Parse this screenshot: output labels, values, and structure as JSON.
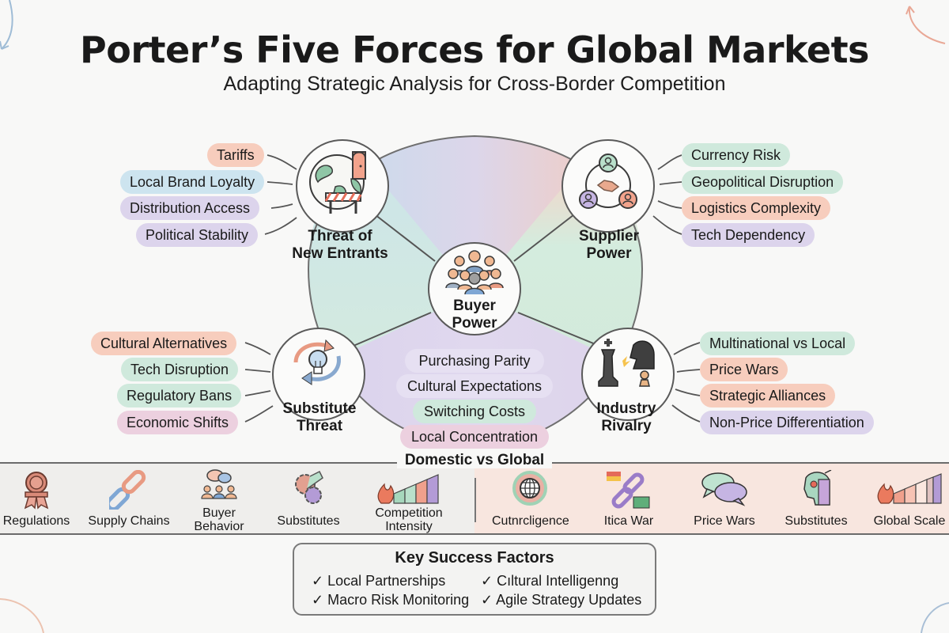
{
  "header": {
    "title": "Porter’s Five Forces for Global Markets",
    "subtitle": "Adapting Strategic Analysis for Cross-Border Competition"
  },
  "forces": {
    "new_entrants": {
      "label_line1": "Threat of",
      "label_line2": "New Entrants",
      "icon": "globe-door-barrier-icon",
      "factors": [
        "Tariffs",
        "Local Brand Loyalty",
        "Distribution Access",
        "Political Stability"
      ]
    },
    "supplier": {
      "label_line1": "Supplier",
      "label_line2": "Power",
      "icon": "supplier-network-handshake-icon",
      "factors": [
        "Currency Risk",
        "Geopolitical Disruption",
        "Logistics Complexity",
        "Tech Dependency"
      ]
    },
    "buyer": {
      "label_line1": "Buyer",
      "label_line2": "Power",
      "icon": "crowd-icon",
      "factors": [
        "Purchasing Parity",
        "Cultural Expectations",
        "Switching Costs",
        "Local Concentration"
      ]
    },
    "substitute": {
      "label_line1": "Substitute",
      "label_line2": "Threat",
      "icon": "lightbulb-cycle-icon",
      "factors": [
        "Cultural Alternatives",
        "Tech Disruption",
        "Regulatory Bans",
        "Economic Shifts"
      ]
    },
    "rivalry": {
      "label_line1": "Industry",
      "label_line2": "Rivalry",
      "icon": "chess-pieces-icon",
      "factors": [
        "Multinational vs Local",
        "Price Wars",
        "Strategic Alliances",
        "Non-Price Differentiation"
      ]
    }
  },
  "comparison": {
    "divider_label": "Domestic vs Global",
    "domestic": [
      {
        "label": "Regulations",
        "icon": "award-seal-icon"
      },
      {
        "label": "Supply Chains",
        "icon": "chain-link-icon"
      },
      {
        "label_line1": "Buyer",
        "label_line2": "Behavior",
        "icon": "people-chat-icon"
      },
      {
        "label": "Substitutes",
        "icon": "gear-wrench-icon"
      },
      {
        "label_line1": "Competition",
        "label_line2": "Intensity",
        "icon": "fire-bars-icon"
      }
    ],
    "global": [
      {
        "label": "Cutnrcligence",
        "icon": "globe-seal-icon"
      },
      {
        "label": "Itica War",
        "icon": "chain-flags-icon"
      },
      {
        "label": "Price Wars",
        "icon": "speech-bubbles-icon"
      },
      {
        "label": "Substitutes",
        "icon": "head-profile-icon"
      },
      {
        "label": "Global Scale",
        "icon": "fire-bars-icon"
      }
    ]
  },
  "key_success_factors": {
    "title": "Key Success Factors",
    "check": "✓",
    "items": [
      "Local Partnerships",
      "Cıltural Intelligenng",
      "Macro Risk Monitoring",
      "Agile Strategy Updates"
    ]
  },
  "colors": {
    "salmon": "#f7cdbd",
    "blue": "#cde4ef",
    "lavender": "#dcd4ec",
    "mint": "#cfe9dc",
    "pink": "#ecd0df",
    "domestic_strip": "#efeeec",
    "global_strip": "#f8e6df"
  }
}
